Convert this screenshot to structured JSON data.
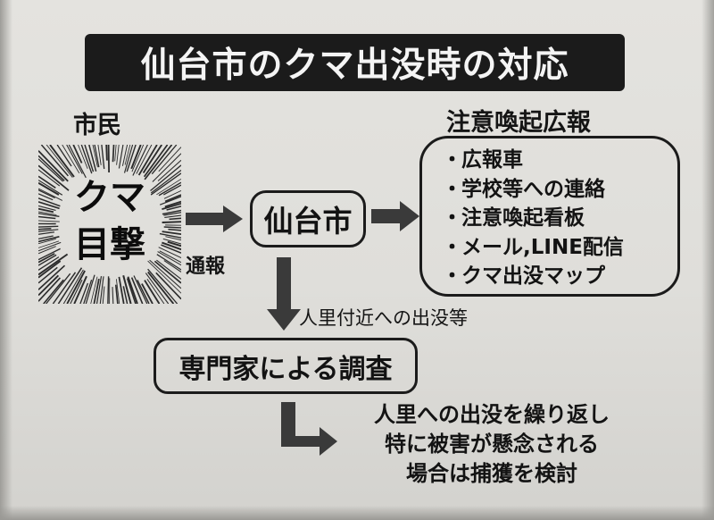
{
  "title": "仙台市のクマ出没時の対応",
  "citizen_label": "市民",
  "sighting_lines": [
    "クマ",
    "目撃"
  ],
  "report_label": "通報",
  "city_label": "仙台市",
  "alert_heading": "注意喚起広報",
  "alert_items": [
    "広報車",
    "学校等への連絡",
    "注意喚起看板",
    "メール,LINE配信",
    "クマ出没マップ"
  ],
  "bullet": "・",
  "trigger_label": "人里付近への出没等",
  "survey_label": "専門家による調査",
  "capture_note_lines": [
    "人里への出没を繰り返し",
    "特に被害が懸念される",
    "場合は捕獲を検討"
  ],
  "colors": {
    "title_bg": "#1b1b1b",
    "arrow": "#3a3a3a",
    "paper": "#e2e1dd"
  }
}
